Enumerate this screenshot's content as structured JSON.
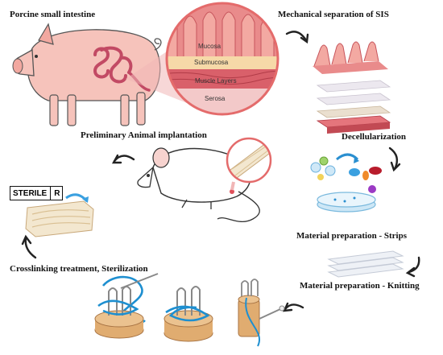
{
  "labels": {
    "porcine": "Porcine small intestine",
    "mechanical": "Mechanical separation of SIS",
    "implant": "Preliminary Animal implantation",
    "decell": "Decellularization",
    "strips": "Material preparation - Strips",
    "knitting": "Material preparation - Knitting",
    "crosslink": "Crosslinking treatment, Sterilization"
  },
  "layers": {
    "mucosa": "Mucosa",
    "submucosa": "Submucosa",
    "muscle": "Muscle Layers",
    "serosa": "Serosa"
  },
  "sterile_box": {
    "word": "STERILE",
    "letter": "R"
  },
  "colors": {
    "pig": "#f6c3bb",
    "intestine": "#c24a64",
    "mucosa": "#e98b8b",
    "submucosa": "#f6d9a8",
    "muscle": "#d9606a",
    "thread": "#1e8fd0",
    "wood": "#e0ac70"
  }
}
